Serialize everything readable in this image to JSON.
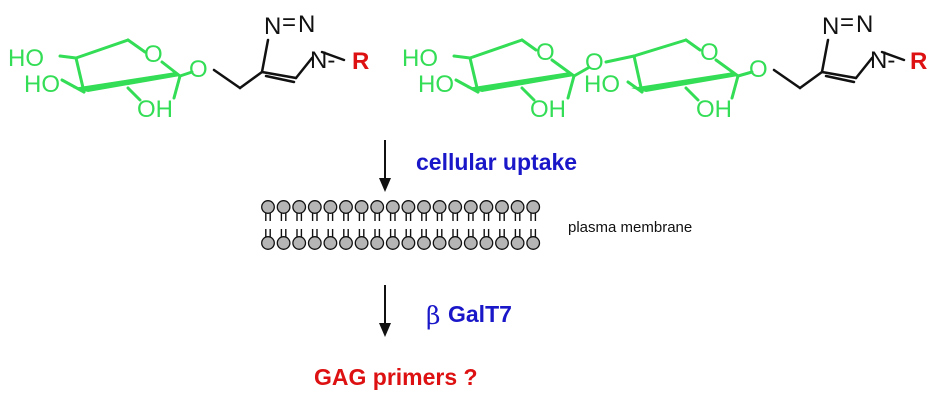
{
  "colors": {
    "sugar": "#33dd55",
    "ink": "#111111",
    "r_group": "#dd1111",
    "step_label": "#1a17c9",
    "result": "#dd1111",
    "membrane_head": "#b5b5b5"
  },
  "molecule1": {
    "ho_top": "HO",
    "ho_mid": "HO",
    "oh_bottom": "OH",
    "ring_o": "O",
    "glyco_o": "O",
    "n1": "N",
    "n2": "N",
    "n3": "N",
    "eq1": "=",
    "n_sub": "N-",
    "r": "R"
  },
  "molecule2": {
    "ho_top": "HO",
    "ho_mid": "HO",
    "oh_bottom": "OH",
    "ring1_o": "O",
    "link_o": "O",
    "ho_mid2": "HO",
    "oh_bottom2": "OH",
    "ring2_o": "O",
    "glyco_o": "O",
    "n1": "N",
    "n2": "N",
    "n3": "N",
    "eq1": "=",
    "n_sub": "N-",
    "r": "R"
  },
  "steps": {
    "uptake": "cellular uptake",
    "membrane": "plasma membrane",
    "enzyme_beta": "β",
    "enzyme_name": "GalT7",
    "result": "GAG primers ?"
  }
}
